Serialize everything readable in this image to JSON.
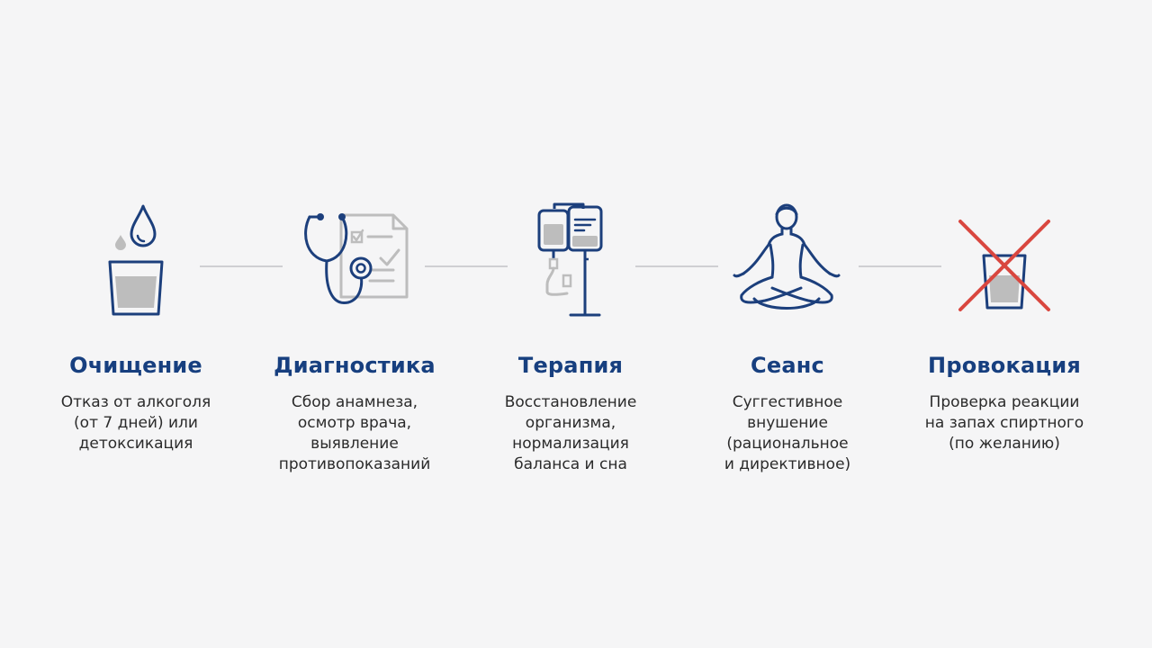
{
  "colors": {
    "background": "#f5f5f6",
    "primary": "#173f7f",
    "icon_stroke": "#1c3f7c",
    "icon_gray": "#bdbdbd",
    "cross_red": "#d9473f",
    "connector": "#cfcfd2",
    "text": "#2b2b2b"
  },
  "steps": [
    {
      "icon": "water-glass-icon",
      "title": "Очищение",
      "description": [
        "Отказ от алкоголя",
        "(от 7 дней) или",
        "детоксикация"
      ]
    },
    {
      "icon": "stethoscope-checklist-icon",
      "title": "Диагностика",
      "description": [
        "Сбор анамнеза,",
        "осмотр врача,",
        "выявление",
        "противопоказаний"
      ]
    },
    {
      "icon": "iv-drip-icon",
      "title": "Терапия",
      "description": [
        "Восстановление",
        "организма,",
        "нормализация",
        "баланса и сна"
      ]
    },
    {
      "icon": "meditation-icon",
      "title": "Сеанс",
      "description": [
        "Суггестивное",
        "внушение",
        "(рациональное",
        "и директивное)"
      ]
    },
    {
      "icon": "crossed-glass-icon",
      "title": "Провокация",
      "description": [
        "Проверка реакции",
        "на запах спиртного",
        "(по желанию)"
      ]
    }
  ]
}
